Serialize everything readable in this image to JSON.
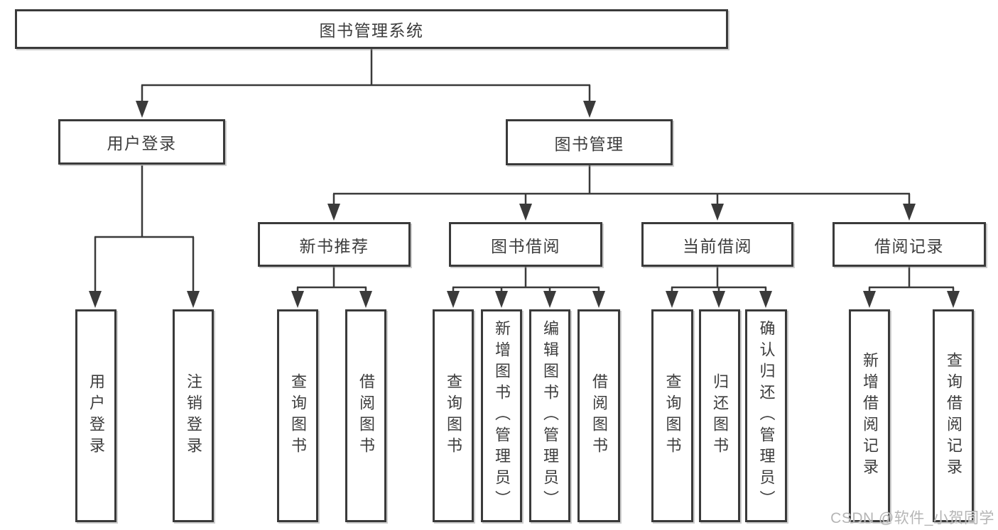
{
  "diagram": {
    "type": "hierarchy-tree",
    "title": "图书管理系统",
    "colors": {
      "line": "#3a3a3a",
      "box_border": "#3a3a3a",
      "text": "#3d3d3d",
      "background": "#ffffff",
      "watermark": "#a8a8a8"
    },
    "nodes": {
      "root": "图书管理系统",
      "l2": [
        "用户登录",
        "图书管理"
      ],
      "l3": [
        "新书推荐",
        "图书借阅",
        "当前借阅",
        "借阅记录"
      ],
      "leaves": [
        "用户登录",
        "注销登录",
        "查询图书",
        "借阅图书",
        "查询图书",
        "新增图书（管理员）",
        "编辑图书（管理员）",
        "借阅图书",
        "查询图书",
        "归还图书",
        "确认归还（管理员）",
        "新增借阅记录",
        "查询借阅记录"
      ]
    },
    "hierarchy": {
      "图书管理系统": [
        "用户登录",
        "图书管理"
      ],
      "用户登录": [
        "用户登录",
        "注销登录"
      ],
      "图书管理": [
        "新书推荐",
        "图书借阅",
        "当前借阅",
        "借阅记录"
      ],
      "新书推荐": [
        "查询图书",
        "借阅图书"
      ],
      "图书借阅": [
        "查询图书",
        "新增图书（管理员）",
        "编辑图书（管理员）",
        "借阅图书"
      ],
      "当前借阅": [
        "查询图书",
        "归还图书",
        "确认归还（管理员）"
      ],
      "借阅记录": [
        "新增借阅记录",
        "查询借阅记录"
      ]
    },
    "watermark": "CSDN @软件_小贺同学"
  }
}
